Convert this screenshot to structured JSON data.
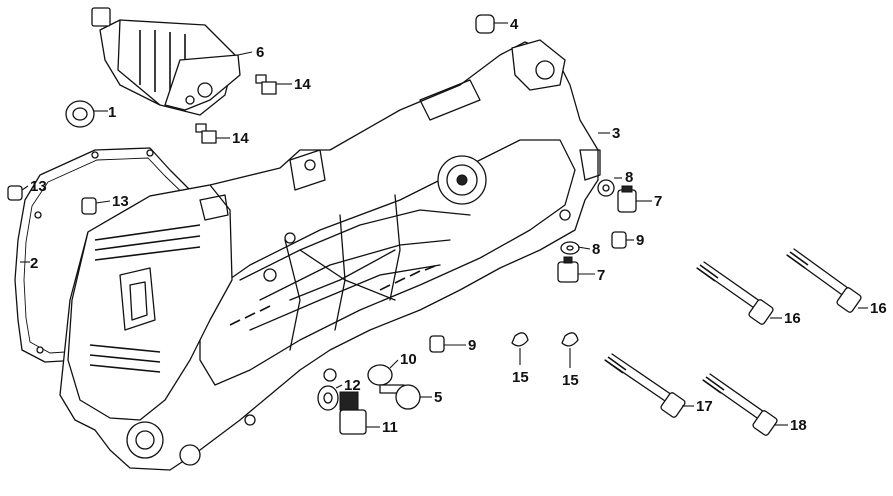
{
  "diagram": {
    "callouts": [
      {
        "id": "c1",
        "label": "1"
      },
      {
        "id": "c2",
        "label": "2"
      },
      {
        "id": "c3",
        "label": "3"
      },
      {
        "id": "c4",
        "label": "4"
      },
      {
        "id": "c5",
        "label": "5"
      },
      {
        "id": "c6",
        "label": "6"
      },
      {
        "id": "c7a",
        "label": "7"
      },
      {
        "id": "c7b",
        "label": "7"
      },
      {
        "id": "c8a",
        "label": "8"
      },
      {
        "id": "c8b",
        "label": "8"
      },
      {
        "id": "c9a",
        "label": "9"
      },
      {
        "id": "c9b",
        "label": "9"
      },
      {
        "id": "c10",
        "label": "10"
      },
      {
        "id": "c11",
        "label": "11"
      },
      {
        "id": "c12",
        "label": "12"
      },
      {
        "id": "c13a",
        "label": "13"
      },
      {
        "id": "c13b",
        "label": "13"
      },
      {
        "id": "c14a",
        "label": "14"
      },
      {
        "id": "c14b",
        "label": "14"
      },
      {
        "id": "c15a",
        "label": "15"
      },
      {
        "id": "c15b",
        "label": "15"
      },
      {
        "id": "c16a",
        "label": "16"
      },
      {
        "id": "c16b",
        "label": "16"
      },
      {
        "id": "c17",
        "label": "17"
      },
      {
        "id": "c18",
        "label": "18"
      }
    ]
  }
}
